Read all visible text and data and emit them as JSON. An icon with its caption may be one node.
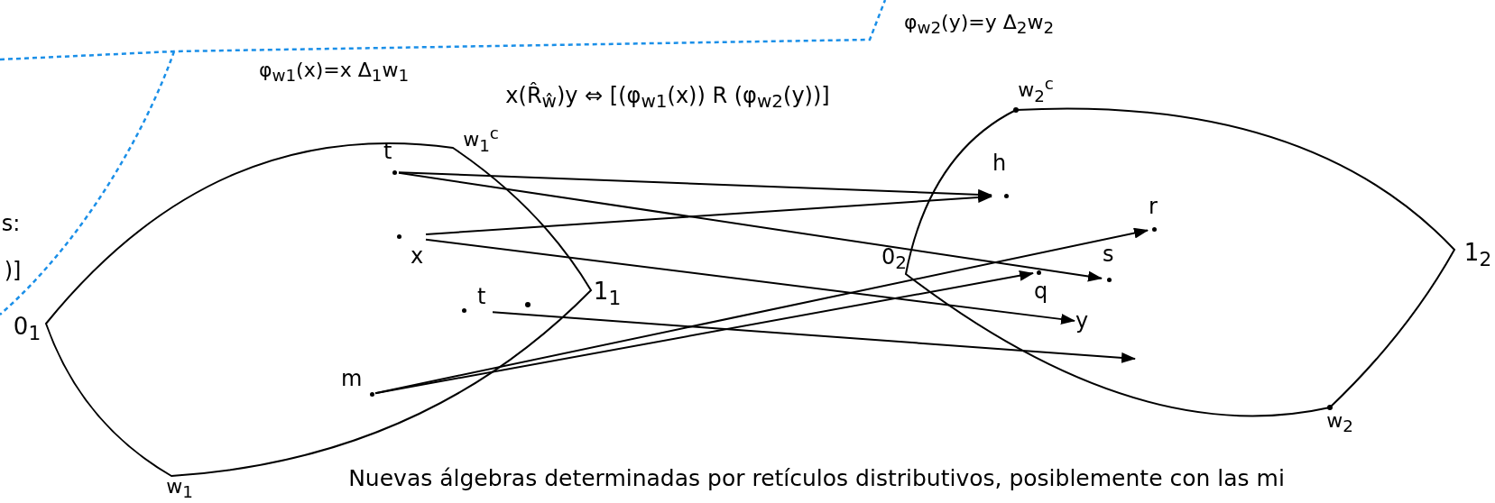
{
  "diagram": {
    "nodes": [
      {
        "text": [
          "t"
        ]
      },
      {
        "text": [
          "x"
        ]
      },
      {
        "text": [
          "t"
        ]
      },
      {
        "text": [
          "m"
        ]
      },
      {
        "text": [
          "h"
        ]
      },
      {
        "text": [
          "r"
        ]
      },
      {
        "text": [
          "s"
        ]
      },
      {
        "text": [
          "q"
        ]
      },
      {
        "text": [
          "y"
        ]
      }
    ],
    "edges": [
      {
        "from": 0,
        "to": 4,
        "arrow": "to"
      },
      {
        "from": 0,
        "to": 6,
        "arrow": "to"
      },
      {
        "from": 1,
        "to": 4,
        "arrow": "to"
      },
      {
        "from": 1,
        "to": 8,
        "arrow": "to"
      },
      {
        "from": 2,
        "to": null,
        "arrow": "to"
      },
      {
        "from": 3,
        "to": 5,
        "arrow": "to"
      },
      {
        "from": 3,
        "to": 7,
        "arrow": "to"
      }
    ],
    "labels": [
      "φ$_{w2}$(y)=y Δ$_{2}$w$_{2}$",
      "φ$_{w1}$(x)=x Δ$_{1}$w$_{1}$",
      "x(R̂$_{ŵ}$)y ⇔ [(φ$_{w1}$(x)) R (φ$_{w2}$(y))]",
      "w$_{2}$$^{c}$",
      "w$_{1}$$^{c}$",
      "s:",
      ")]",
      "0$_{2}$",
      "1$_{2}$",
      "1$_{1}$",
      "0$_{1}$",
      "w$_{2}$",
      "Nuevas álgebras determinadas por retículos  distributivos, posiblemente con las mi",
      "w$_{1}$"
    ]
  }
}
